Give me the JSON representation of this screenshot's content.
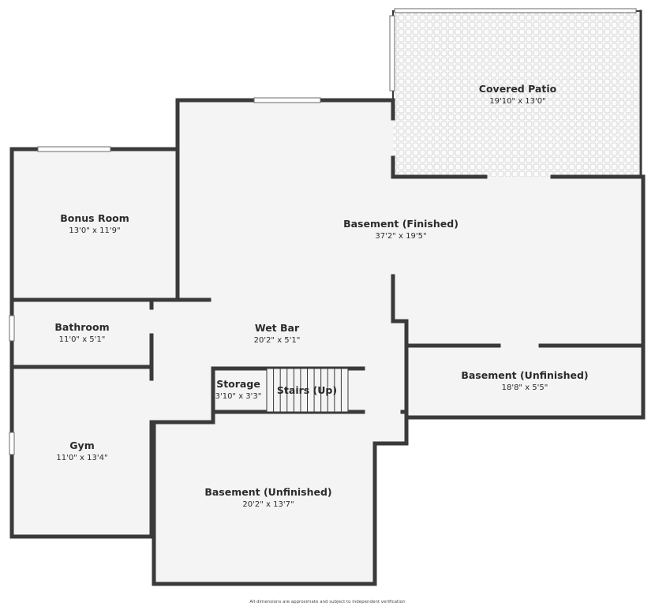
{
  "rooms": {
    "covered_patio": {
      "name": "Covered Patio",
      "dim": "19'10\" x 13'0\""
    },
    "basement_finished": {
      "name": "Basement (Finished)",
      "dim": "37'2\" x 19'5\""
    },
    "bonus_room": {
      "name": "Bonus Room",
      "dim": "13'0\" x 11'9\""
    },
    "bathroom": {
      "name": "Bathroom",
      "dim": "11'0\" x 5'1\""
    },
    "wet_bar": {
      "name": "Wet Bar",
      "dim": "20'2\" x 5'1\""
    },
    "storage": {
      "name": "Storage",
      "dim": "3'10\" x 3'3\""
    },
    "stairs": {
      "name": "Stairs (Up)"
    },
    "basement_unfinished_right": {
      "name": "Basement (Unfinished)",
      "dim": "18'8\" x 5'5\""
    },
    "gym": {
      "name": "Gym",
      "dim": "11'0\" x 13'4\""
    },
    "basement_unfinished_bottom": {
      "name": "Basement (Unfinished)",
      "dim": "20'2\" x 13'7\""
    }
  },
  "footer": {
    "disclaimer": "All dimensions are approximate and subject to independent verification"
  },
  "colors": {
    "wall": "#3a3a3a",
    "floor": "#f4f4f4",
    "patio_tile": "#d9d9d9"
  }
}
